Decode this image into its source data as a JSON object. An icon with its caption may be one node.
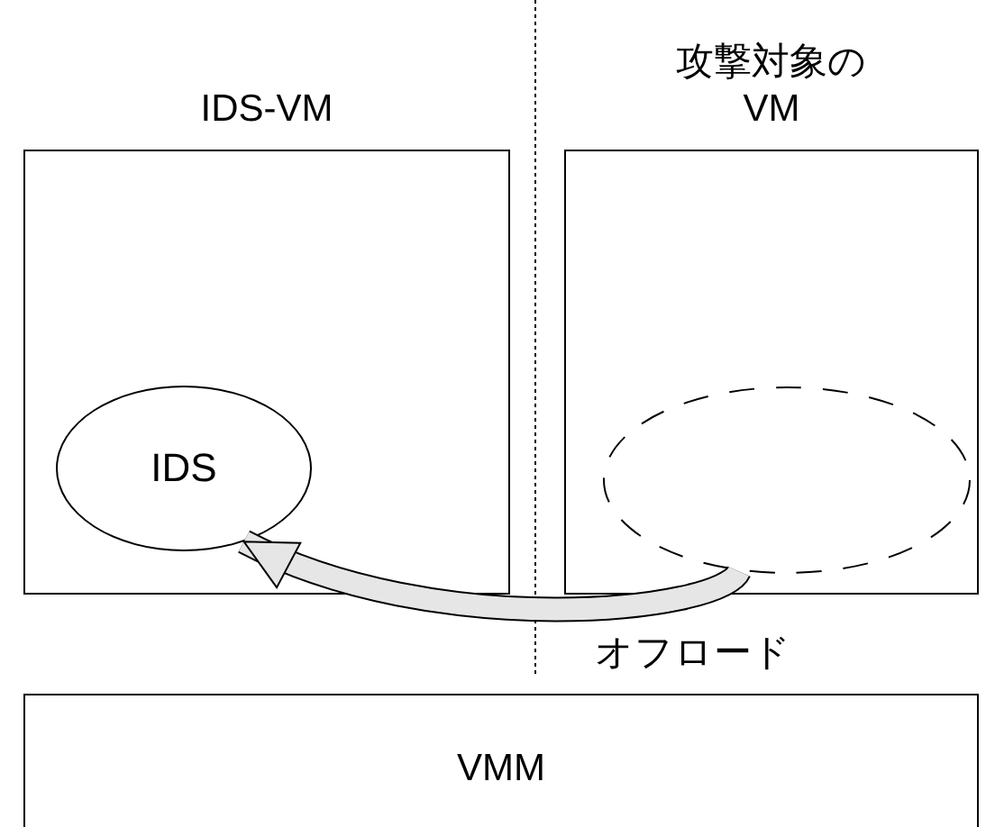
{
  "diagram": {
    "nodes": [
      {
        "text": [
          "IDS-VM"
        ]
      },
      {
        "text": [
          "IDS"
        ],
        "in": 0
      },
      {
        "text": [
          "攻撃対象のVM"
        ]
      },
      {
        "text": [],
        "shape": "circle",
        "in": 2
      },
      {
        "text": [
          "VMM"
        ]
      }
    ],
    "edges": [
      {
        "from": 3,
        "to": 1,
        "arrow": "to",
        "label": "オフロード"
      }
    ]
  }
}
